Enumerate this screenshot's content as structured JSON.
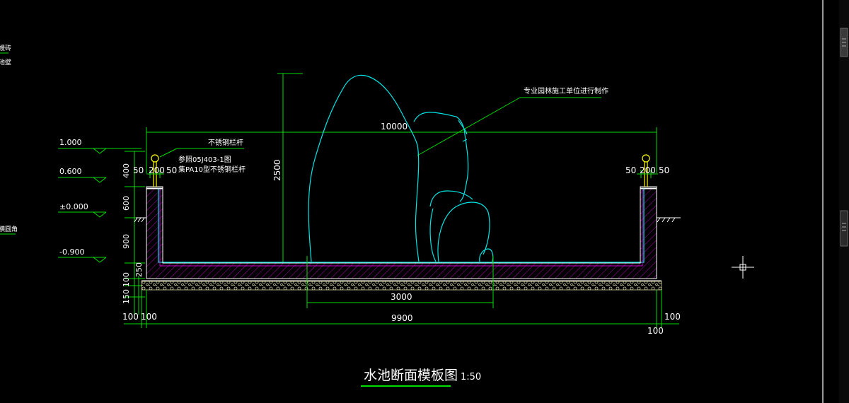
{
  "drawing": {
    "title": "水池断面模板图",
    "scale": "1:50",
    "colors": {
      "background": "#000000",
      "dimension_green": "#00dd00",
      "rock_cyan": "#00e5e5",
      "railing_yellow": "#ffff00",
      "hatch_magenta": "#d000d0",
      "text_white": "#ffffff"
    }
  },
  "elevations": [
    "1.000",
    "0.600",
    "±0.000",
    "-0.900"
  ],
  "vertical_dims": [
    "400",
    "600",
    "900",
    "250",
    "100",
    "150"
  ],
  "dims": {
    "overall_width": "10000",
    "rock_height": "2500",
    "rock_base": "3000",
    "base_width": "9900",
    "left_50_a": "50",
    "left_200": "200",
    "left_50_b": "50",
    "right_50_a": "50",
    "right_200": "200",
    "right_50_b": "50",
    "bottom_left_100_a": "100",
    "bottom_left_100_b": "100",
    "bottom_right_100_a": "100",
    "bottom_right_100_b": "100"
  },
  "annotations": {
    "railing": "不锈钢栏杆",
    "ref_line1": "参照05J403-1图",
    "ref_line2": "集PA10型不锈钢栏杆",
    "rock_note": "专业园林施工单位进行制作"
  },
  "side_fragments": [
    "幔砖",
    "池壁",
    "横圆角"
  ],
  "icons": [
    "crosshair-icon",
    "scrollbar-thumb-icon"
  ]
}
